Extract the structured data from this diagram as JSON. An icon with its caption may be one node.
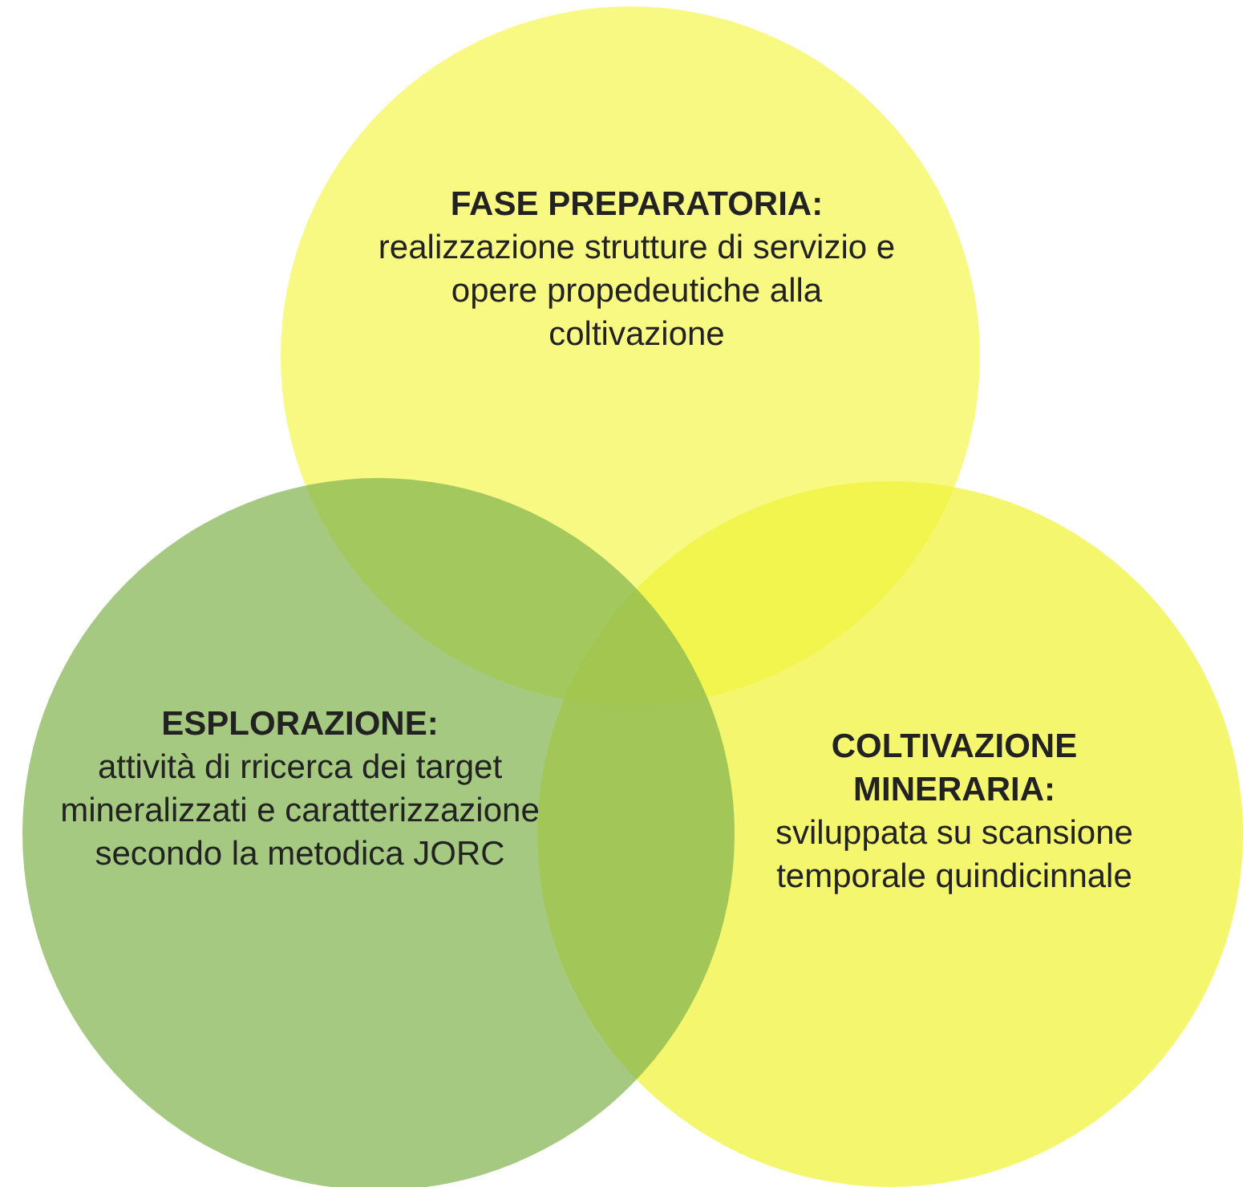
{
  "diagram": {
    "nodes": [
      {
        "text": [
          "FASE PREPARATORIA:",
          "realizzazione strutture di servizio e opere propedeutiche alla coltivazione"
        ]
      },
      {
        "text": [
          "ESPLORAZIONE:",
          "attività di rricerca dei target mineralizzati e caratterizzazione secondo la metodica JORC"
        ]
      },
      {
        "text": [
          "COLTIVAZIONE MINERARIA:",
          "sviluppata su scansione temporale quindicinnale"
        ]
      }
    ],
    "edges": []
  }
}
